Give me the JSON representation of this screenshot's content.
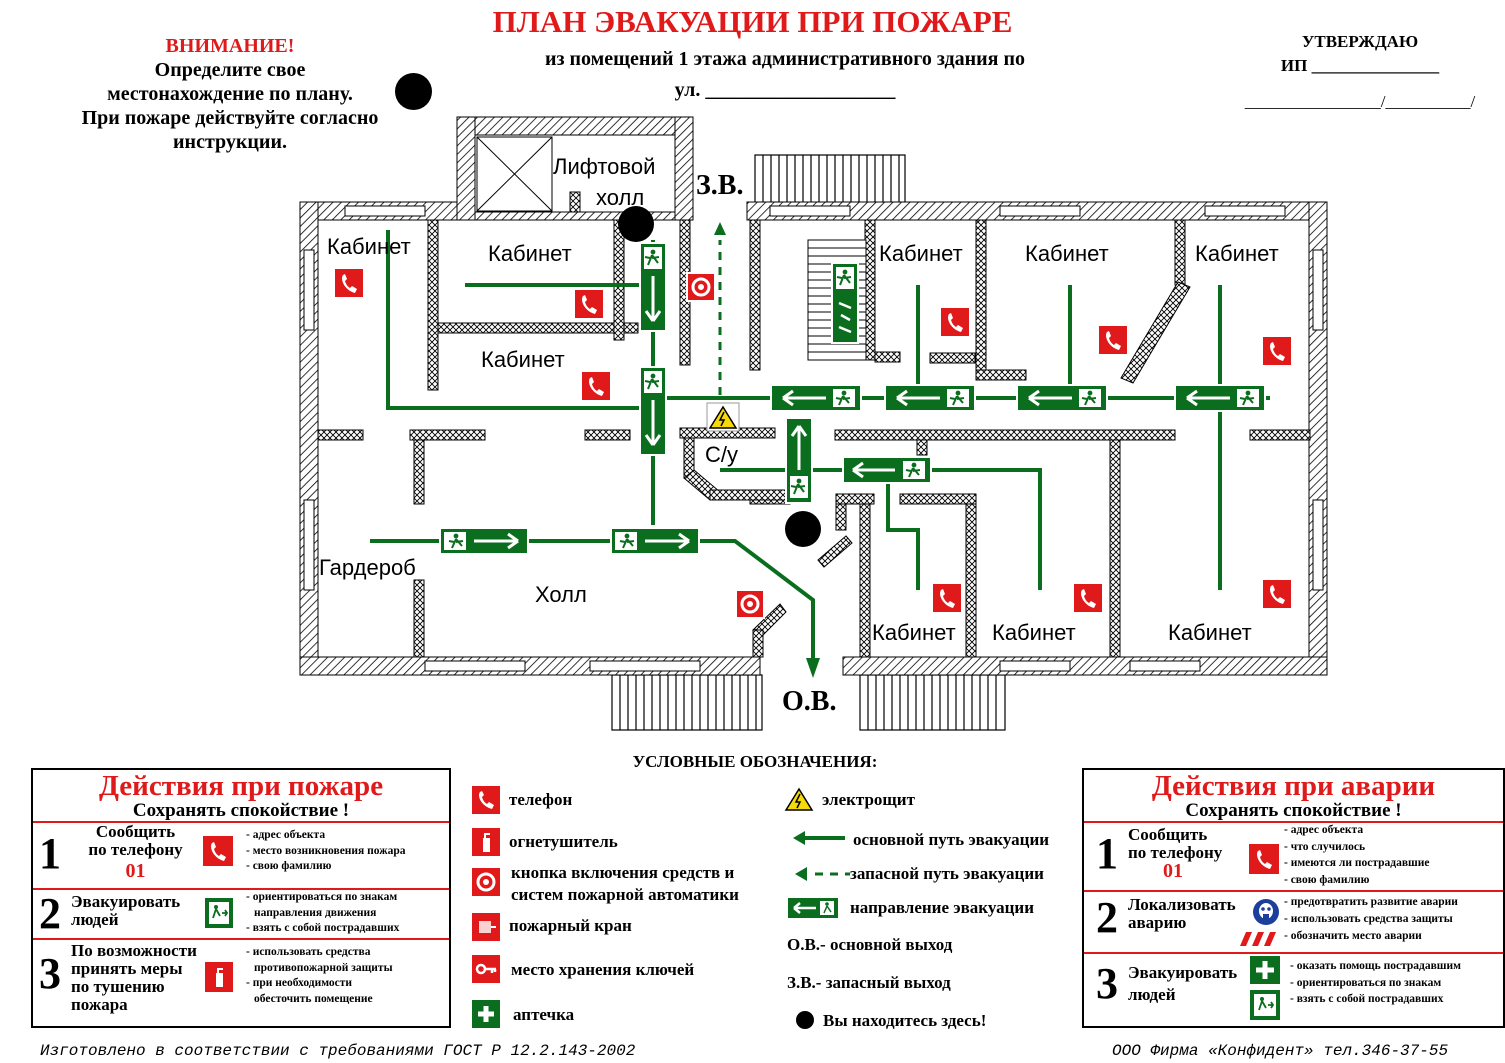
{
  "header": {
    "title": "ПЛАН ЭВАКУАЦИИ ПРИ ПОЖАРЕ",
    "subtitle_line1": "из помещений 1 этажа административного здания  по",
    "subtitle_line2": "ул. ___________________"
  },
  "warning": {
    "heading": "ВНИМАНИЕ!",
    "line1": "Определите свое",
    "line2": "местонахождение по плану.",
    "line3": "При пожаре действуйте согласно",
    "line4": "инструкции."
  },
  "approval": {
    "line1": "УТВЕРЖДАЮ",
    "line2": "ИП _______________",
    "line3": "________________/__________/"
  },
  "plan": {
    "rooms": {
      "lift_hall_1": "Лифтовой",
      "lift_hall_2": "холл",
      "cab_left": "Кабинет",
      "cab_top1": "Кабинет",
      "cab_mid": "Кабинет",
      "cab_top2": "Кабинет",
      "cab_top3": "Кабинет",
      "cab_top4": "Кабинет",
      "wc": "С/у",
      "wardrobe": "Гардероб",
      "hall": "Холл",
      "cab_bot1": "Кабинет",
      "cab_bot2": "Кабинет",
      "cab_bot3": "Кабинет"
    },
    "spare_exit": "З.В.",
    "main_exit": "О.В."
  },
  "legend": {
    "title": "УСЛОВНЫЕ ОБОЗНАЧЕНИЯ:",
    "phone": "телефон",
    "extinguisher": "огнетушитель",
    "button_1": "кнопка включения средств и",
    "button_2": "систем пожарной автоматики",
    "hydrant": "пожарный кран",
    "keys": "место хранения ключей",
    "aid": "аптечка",
    "panel": "электрощит",
    "main_path": "основной путь эвакуации",
    "spare_path": "запасной путь эвакуации",
    "direction": "направление эвакуации",
    "main_exit": "О.В.- основной выход",
    "spare_exit": "З.В.- запасный выход",
    "you_are_here": "Вы находитесь здесь!"
  },
  "fire_panel": {
    "title": "Действия при пожаре",
    "calm": "Сохранять спокойствие !",
    "s1_num": "1",
    "s1_a": "Сообщить",
    "s1_b": "по телефону",
    "s1_phone": "01",
    "s1_n1": "- адрес объекта",
    "s1_n2": "- место возникновения пожара",
    "s1_n3": "- свою фамилию",
    "s2_num": "2",
    "s2_a": "Эвакуировать",
    "s2_b": "людей",
    "s2_n1": "- ориентироваться по знакам",
    "s2_n2": "направления движения",
    "s2_n3": "- взять с собой пострадавших",
    "s3_num": "3",
    "s3_a": "По возможности",
    "s3_b": "принять меры",
    "s3_c": "по тушению",
    "s3_d": "пожара",
    "s3_n1": "- использовать средства",
    "s3_n2": "противопожарной защиты",
    "s3_n3": "- при необходимости",
    "s3_n4": "обесточить помещение"
  },
  "accident_panel": {
    "title": "Действия при аварии",
    "calm": "Сохранять спокойствие !",
    "s1_num": "1",
    "s1_a": "Сообщить",
    "s1_b": "по телефону",
    "s1_phone": "01",
    "s1_n1": "- адрес объекта",
    "s1_n2": "- что случилось",
    "s1_n3": "- имеются ли пострадавшие",
    "s1_n4": "- свою фамилию",
    "s2_num": "2",
    "s2_a": "Локализовать",
    "s2_b": "аварию",
    "s2_n1": "- предотвратить развитие аварии",
    "s2_n2": "- использовать средства защиты",
    "s2_n3": "- обозначить место аварии",
    "s3_num": "3",
    "s3_a": "Эвакуировать",
    "s3_b": "людей",
    "s3_n1": "- оказать помощь пострадавшим",
    "s3_n2": "- ориентироваться по знакам",
    "s3_n3": "- взять с собой пострадавших"
  },
  "footer": {
    "left": "Изготовлено в соответствии с требованиями ГОСТ Р 12.2.143-2002",
    "right": "ООО Фирма «Конфидент» тел.346-37-55"
  },
  "colors": {
    "red": "#e0191a",
    "green": "#0b6e1f"
  }
}
